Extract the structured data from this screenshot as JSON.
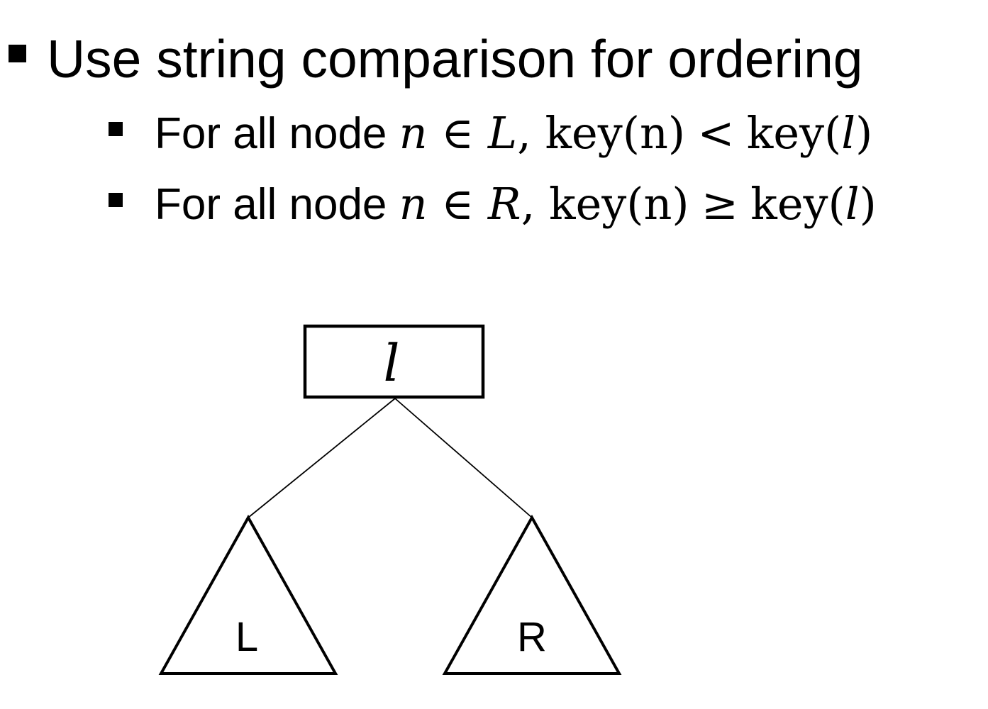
{
  "colors": {
    "ink": "#000000",
    "background": "#ffffff"
  },
  "slide": {
    "title_bullet": "Use string comparison for ordering",
    "sub_bullets": [
      {
        "parts": [
          "For all node ",
          "n",
          " ∈ ",
          "L",
          ", key(n)",
          "<",
          "key(",
          "l",
          ")"
        ]
      },
      {
        "parts": [
          "For all node ",
          "n",
          " ∈ ",
          "R",
          ", key(n)",
          "≥",
          "key(",
          "l",
          ")"
        ]
      }
    ],
    "diagram": {
      "root_label": "l",
      "left_label": "L",
      "right_label": "R"
    }
  }
}
